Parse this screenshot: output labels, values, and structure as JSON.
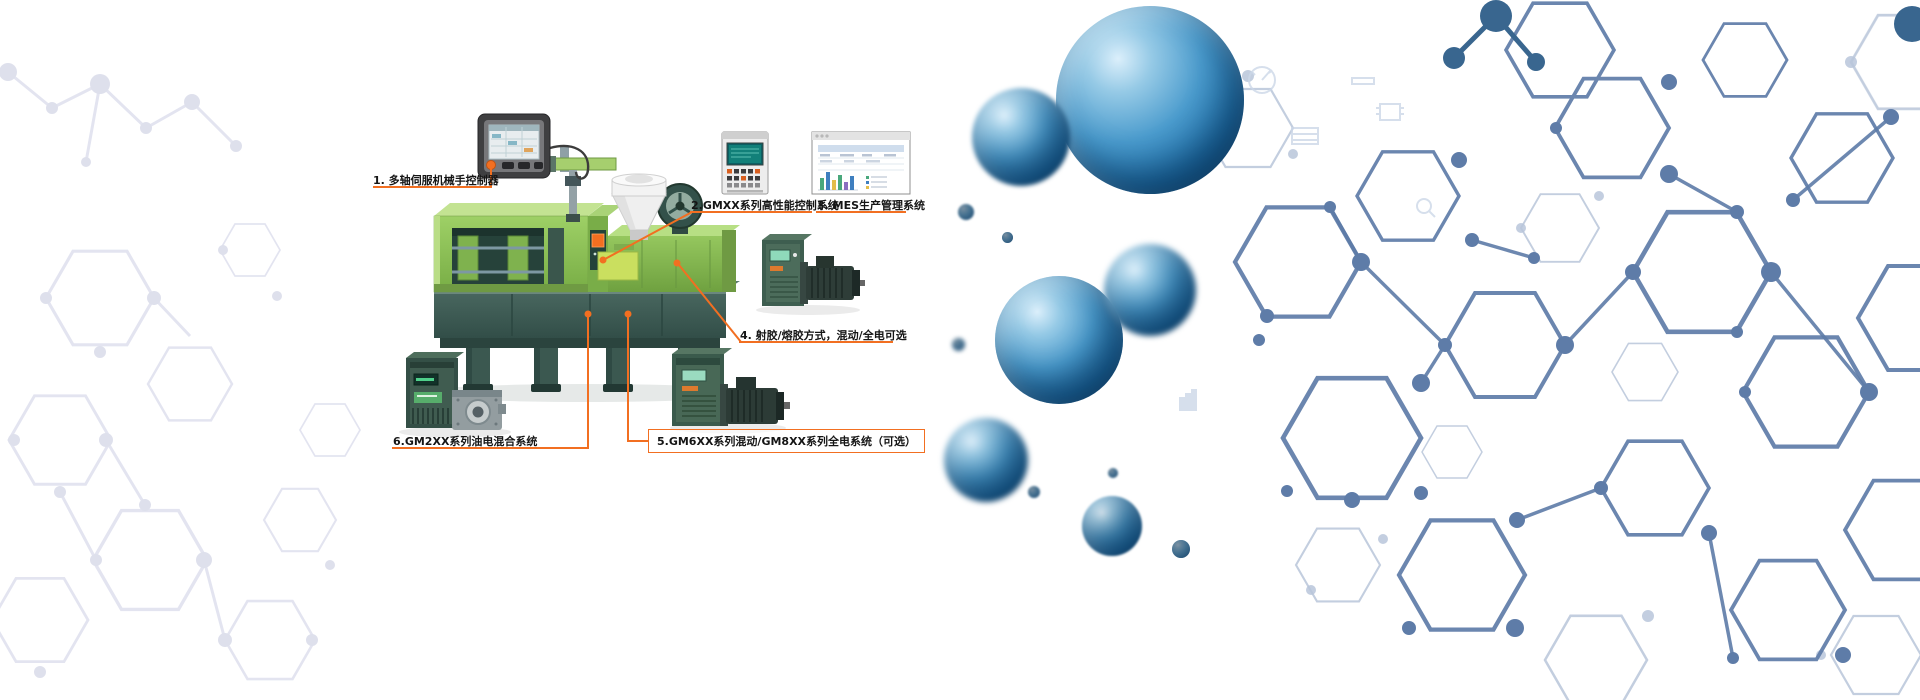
{
  "colors": {
    "accent_orange": "#f26f21",
    "machine_green_light": "#9ed066",
    "machine_green_dark": "#78ad45",
    "machine_base_dark": "#3a5751",
    "sphere_blue": "#1c6ca6",
    "network_blue": "#5e7ca8",
    "network_blue_light": "#b9c6da",
    "left_pattern_color": "#e0e2ef"
  },
  "callouts": [
    {
      "label": "1. 多轴伺服机械手控制器"
    },
    {
      "label": "2.GMXX系列高性能控制系统"
    },
    {
      "label": "3. MES生产管理系统"
    },
    {
      "label": "4. 射胶/熔胶方式，混动/全电可选"
    },
    {
      "label": "5.GM6XX系列混动/GM8XX系列全电系统（可选）"
    },
    {
      "label": "6.GM2XX系列油电混合系统"
    }
  ]
}
